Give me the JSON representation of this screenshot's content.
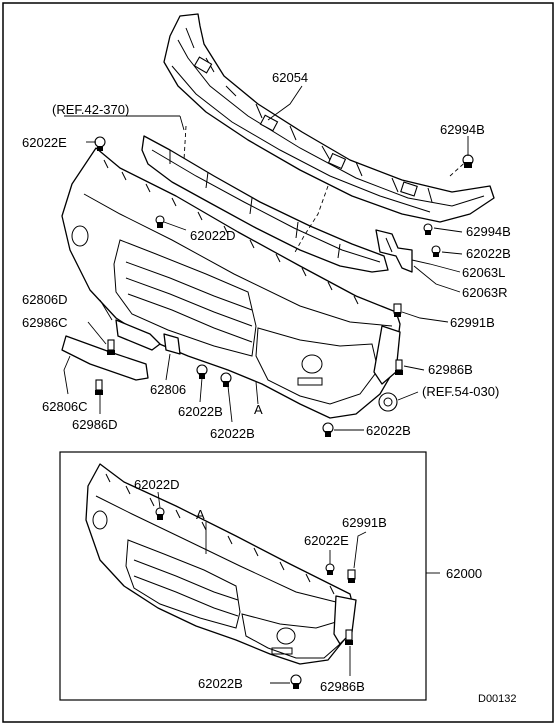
{
  "diagram": {
    "callouts": {
      "p62054": "62054",
      "p62994B_top": "62994B",
      "p62994B_mid": "62994B",
      "p62022B_mid": "62022B",
      "p62063L": "62063L",
      "p62063R": "62063R",
      "p62991B_top": "62991B",
      "p62986B_top": "62986B",
      "ref54": "(REF.54-030)",
      "p62022B_right": "62022B",
      "ref42": "(REF.42-370)",
      "p62022E_top": "62022E",
      "p62022D_top": "62022D",
      "p62806D": "62806D",
      "p62986C": "62986C",
      "p62806": "62806",
      "p62806C": "62806C",
      "p62986D": "62986D",
      "p62022B_left": "62022B",
      "p62022B_center": "62022B",
      "marker_a_top": "A",
      "p62022D_box": "62022D",
      "marker_a_box": "A",
      "p62991B_box": "62991B",
      "p62022E_box": "62022E",
      "p62000": "62000",
      "p62022B_box": "62022B",
      "p62986B_box": "62986B",
      "code": "D00132"
    }
  }
}
